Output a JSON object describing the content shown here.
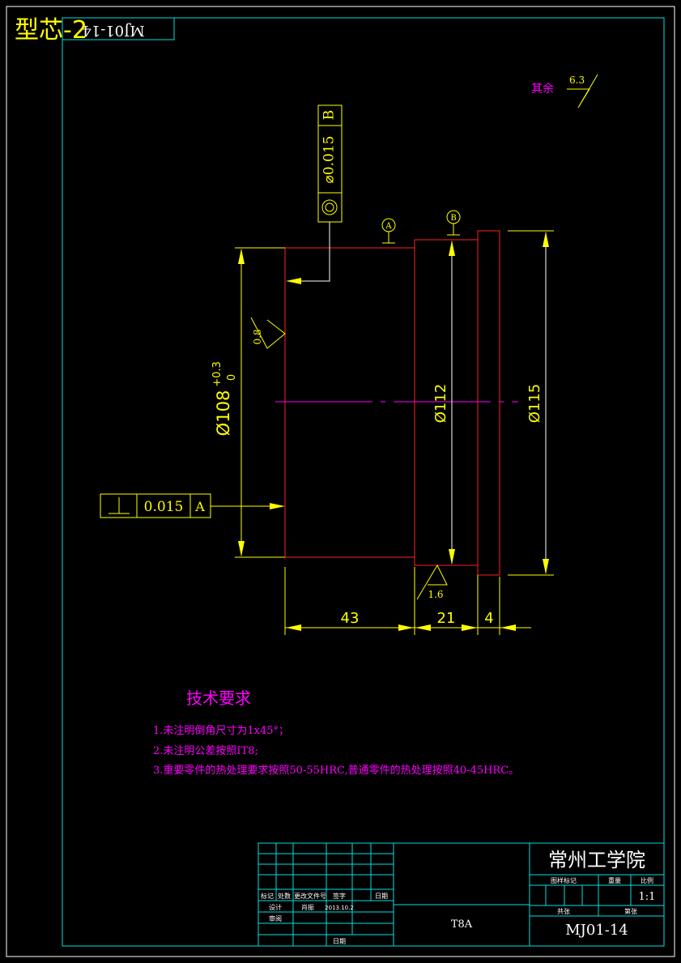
{
  "drawing": {
    "overlay_title": "型芯-2",
    "corner_code_mirrored": "MJ01-14",
    "surface_roughness_other": {
      "label": "其余",
      "value": "6.3"
    },
    "roughness_bore": "0.8",
    "roughness_step": "1.6",
    "datum_a": "A",
    "datum_b": "B",
    "concentricity_frame": {
      "tolerance": "⌀0.015",
      "datum": "B"
    },
    "perpendicularity_frame": {
      "tolerance": "0.015",
      "datum": "A"
    },
    "dim_d108": "Ø108",
    "dim_d108_tol_upper": "+0.3",
    "dim_d108_tol_lower": "0",
    "dim_d112": "Ø112",
    "dim_d115": "Ø115",
    "dim_len_43": "43",
    "dim_len_21": "21",
    "dim_len_4": "4"
  },
  "tech_requirements": {
    "title": "技术要求",
    "items": [
      "1.未注明倒角尺寸为1x45°；",
      "2.未注明公差按照IT8;",
      "3.重要零件的热处理要求按照50-55HRC,普通零件的热处理按照40-45HRC。"
    ]
  },
  "title_block": {
    "school": "常州工学院",
    "col_mark": "标记",
    "col_count": "处数",
    "col_change_doc": "更改文件号",
    "col_sign": "签字",
    "col_date": "日期",
    "row_design": "设计",
    "row_design_name": "肖振",
    "row_design_date": "2013.10.2",
    "row_review": "审阅",
    "row_date_label": "日期",
    "material": "T8A",
    "stage_mark": "图样标记",
    "weight": "重量",
    "scale_label": "比例",
    "scale": "1:1",
    "sheets": "共张",
    "sheet_no": "第张",
    "drawing_no": "MJ01-14"
  },
  "colors": {
    "frame": "#00e0e0",
    "outline": "#ff2020",
    "dimension": "#ffff00",
    "annotation": "#ff00ff",
    "text": "#ffffff"
  }
}
